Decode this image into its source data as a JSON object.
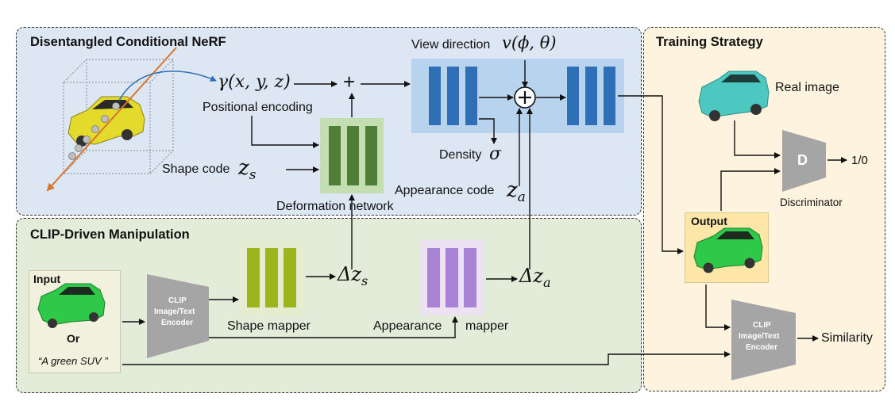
{
  "panels": {
    "nerf_title": "Disentangled Conditional NeRF",
    "clip_title": "CLIP-Driven Manipulation",
    "training_title": "Training Strategy"
  },
  "labels": {
    "view_direction": "View direction",
    "view_math": "v(ϕ, θ)",
    "gamma_math": "γ(x, y, z)",
    "plus": "+",
    "positional_encoding": "Positional encoding",
    "density": "Density",
    "sigma": "σ",
    "shape_code": "Shape code",
    "zs": "z",
    "zs_sub": "s",
    "appearance_code": "Appearance code",
    "za": "z",
    "za_sub": "a",
    "deformation_network": "Deformation network",
    "real_image": "Real image",
    "discriminator_letter": "D",
    "discriminator": "Discriminator",
    "out_value": "1/0",
    "output": "Output",
    "input": "Input",
    "or": "Or",
    "prompt": "“A green SUV ”",
    "clip_encoder_1": [
      "CLIP",
      "Image/Text",
      "Encoder"
    ],
    "clip_encoder_2": [
      "CLIP",
      "Image/Text",
      "Encoder"
    ],
    "delta_zs": "Δz",
    "delta_zs_sub": "s",
    "delta_za": "Δz",
    "delta_za_sub": "a",
    "shape_mapper": "Shape mapper",
    "appearance_mapper_a": "Appearance",
    "appearance_mapper_b": "mapper",
    "similarity": "Similarity"
  },
  "colors": {
    "nerf_bg": "#dde7f4",
    "clip_bg": "#e3ecd8",
    "training_bg": "#fdf3de",
    "mlp_blue": "#2f6fb6",
    "mlp_bg": "#b7d3ee",
    "deform_green": "#4f7f36",
    "deform_bg": "#c4deb2",
    "shape_green": "#9cb51c",
    "appearance_purple": "#a983d6",
    "encoder_gray": "#a5a5a5",
    "output_bg": "#fde6a8",
    "car_yellow": "#e3da2c",
    "car_green": "#2fc94a",
    "car_teal": "#4cc8c0",
    "ray_orange": "#d9752c"
  }
}
